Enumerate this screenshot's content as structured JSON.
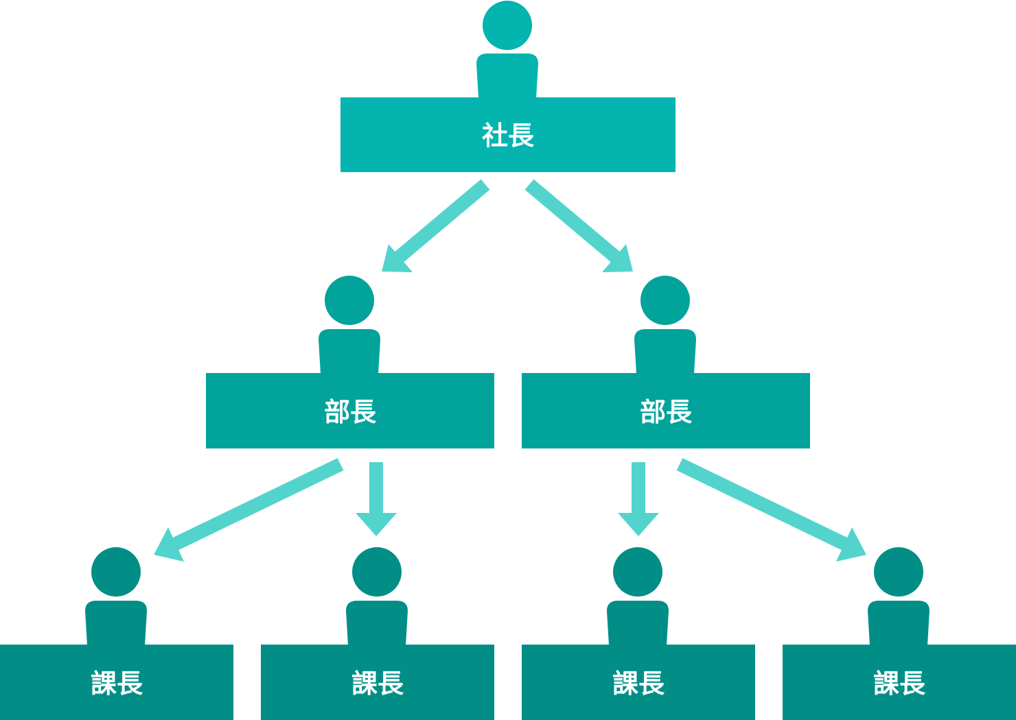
{
  "org_chart": {
    "colors": {
      "level1": "#04b4ae",
      "level2": "#01a39a",
      "level3": "#018e86",
      "arrow": "#52d4cd",
      "label": "#ffffff"
    },
    "president": {
      "label": "社長",
      "icon": "person-icon"
    },
    "managers": [
      {
        "label": "部長",
        "icon": "person-icon"
      },
      {
        "label": "部長",
        "icon": "person-icon"
      }
    ],
    "section_chiefs": [
      {
        "label": "課長",
        "icon": "person-icon"
      },
      {
        "label": "課長",
        "icon": "person-icon"
      },
      {
        "label": "課長",
        "icon": "person-icon"
      },
      {
        "label": "課長",
        "icon": "person-icon"
      }
    ]
  }
}
